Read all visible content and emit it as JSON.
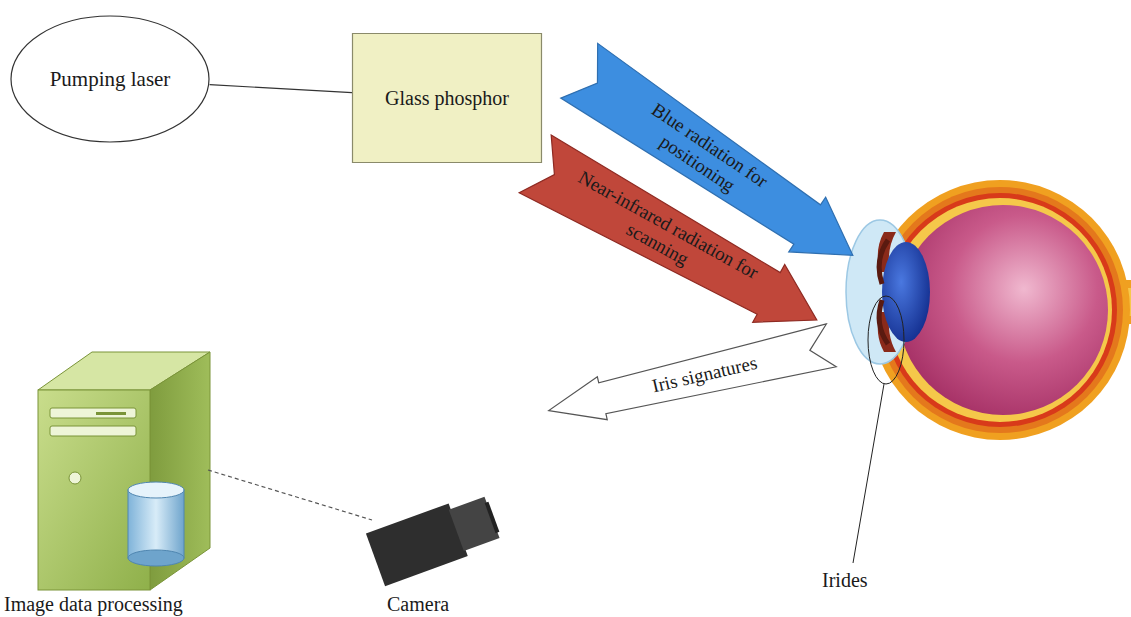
{
  "diagram": {
    "nodes": [
      {
        "text": [
          "Pumping laser"
        ]
      },
      {
        "text": [
          "Glass phosphor"
        ]
      },
      {
        "text": [
          "Blue radiation for positioning"
        ]
      },
      {
        "text": [
          "Near-infrared radiation for scanning"
        ]
      },
      {
        "text": [
          "Iris signatures"
        ]
      }
    ],
    "edges": [
      {
        "from": 0,
        "to": 1,
        "arrow": "none"
      }
    ],
    "labels": [
      "Camera",
      "Image data processing",
      "Irides"
    ]
  }
}
